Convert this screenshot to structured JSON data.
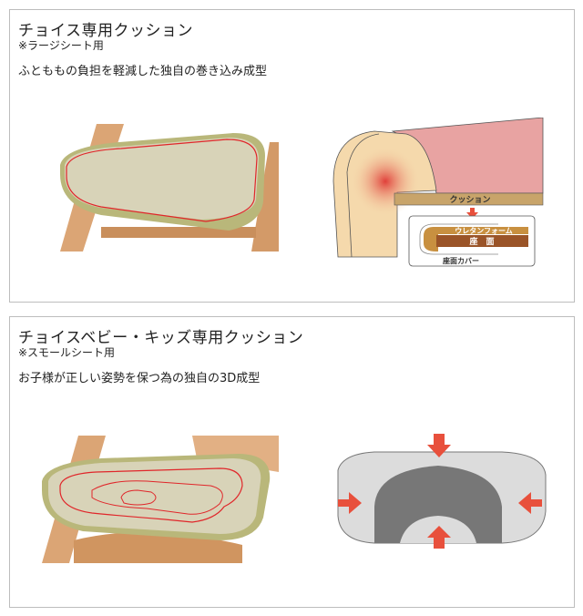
{
  "sections": [
    {
      "title": "チョイス専用クッション",
      "subtitle": "※ラージシート用",
      "description": "ふとももの負担を軽減した独自の巻き込み成型",
      "diagram": {
        "cushion_label": "クッション",
        "foam_label": "ウレタンフォーム",
        "seat_label": "座　面",
        "cover_label": "座面カバー"
      }
    },
    {
      "title": "チョイスベビー・キッズ専用クッション",
      "subtitle": "※スモールシート用",
      "description": "お子様が正しい姿勢を保つ為の独自の3D成型"
    }
  ],
  "colors": {
    "cushion": "#d8d3b8",
    "cushion_edge": "#b5b575",
    "wood": "#dba575",
    "outline": "#e0262a",
    "thigh": "#e8a3a2",
    "arrow": "#e8503c"
  }
}
